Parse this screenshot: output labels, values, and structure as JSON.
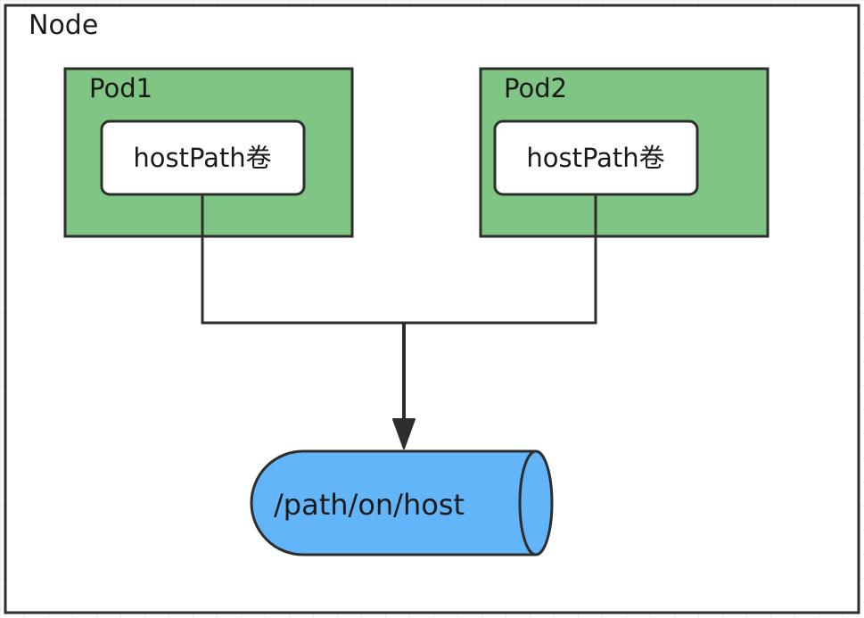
{
  "node": {
    "label": "Node",
    "fill": "#ffffff",
    "stroke": "#2d2d2d"
  },
  "pods": [
    {
      "label": "Pod1",
      "volume_label": "hostPath卷"
    },
    {
      "label": "Pod2",
      "volume_label": "hostPath卷"
    }
  ],
  "host_path": {
    "label": "/path/on/host"
  },
  "colors": {
    "pod_fill": "#7fc583",
    "volume_fill": "#ffffff",
    "cylinder_fill": "#62b5f8",
    "line": "#2d2d2d",
    "text": "#1a1a1a"
  }
}
